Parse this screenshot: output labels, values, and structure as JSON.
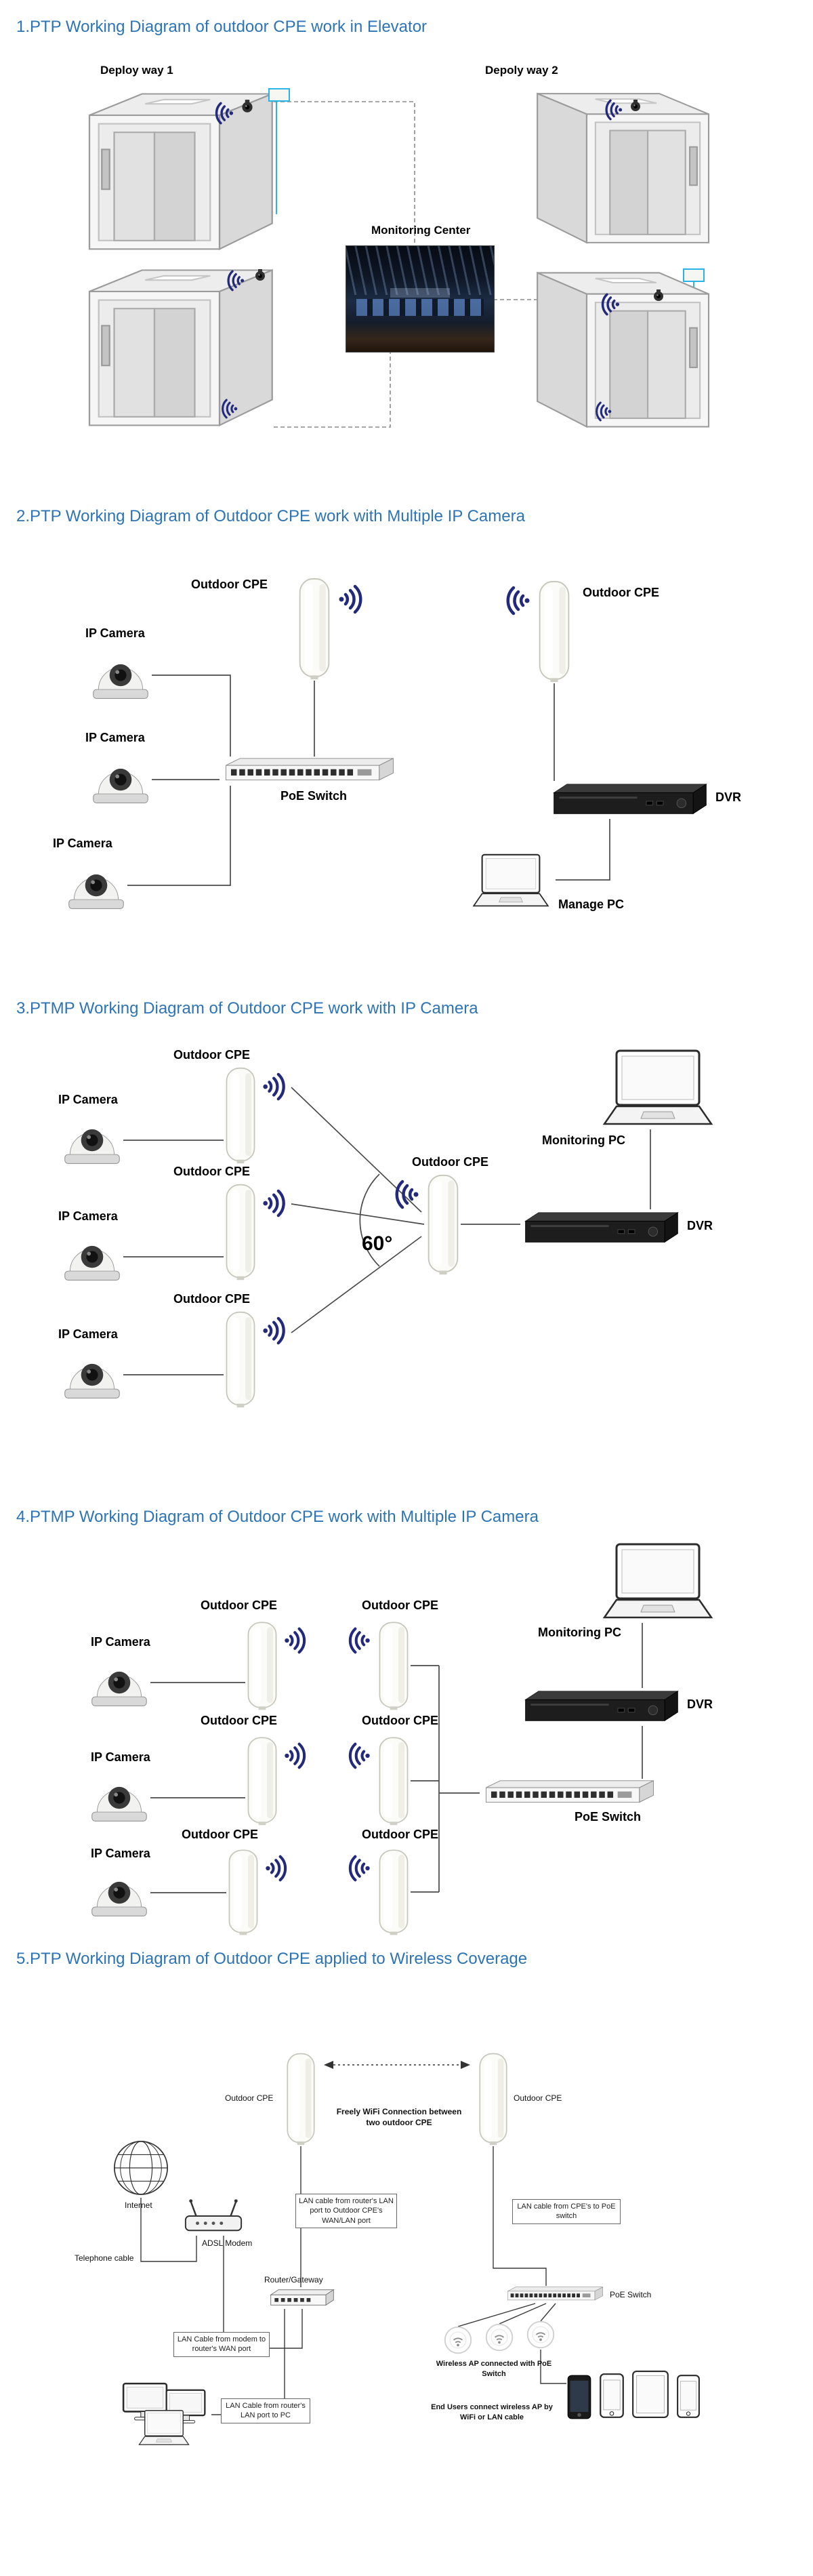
{
  "colors": {
    "title_blue": "#2e74b5",
    "wifi_navy": "#232a7c",
    "accent_cyan": "#2ab3e6",
    "connector_gray": "#4a4a4a"
  },
  "labels": {
    "outdoor_cpe": "Outdoor CPE",
    "ip_camera": "IP Camera",
    "poe_switch": "PoE Switch",
    "dvr": "DVR",
    "manage_pc": "Manage PC",
    "monitoring_pc": "Monitoring PC"
  },
  "s1": {
    "title": "1.PTP Working Diagram of outdoor CPE work in Elevator",
    "deploy_way_1": "Deploy way 1",
    "deploy_way_2": "Depoly way 2",
    "monitoring_center": "Monitoring Center"
  },
  "s2": {
    "title": "2.PTP Working Diagram of Outdoor CPE work with Multiple IP Camera"
  },
  "s3": {
    "title": "3.PTMP Working Diagram of Outdoor CPE work with IP Camera",
    "angle": "60°"
  },
  "s4": {
    "title": "4.PTMP Working Diagram of Outdoor CPE work with Multiple IP Camera"
  },
  "s5": {
    "title": "5.PTP Working Diagram of Outdoor CPE applied to Wireless Coverage",
    "freely_wifi": "Freely WiFi Connection between two outdoor CPE",
    "internet": "Internet",
    "adsl_modem": "ADSL Modem",
    "telephone_cable": "Telephone cable",
    "router_gateway": "Router/Gateway",
    "lan_router_to_cpe": "LAN cable from router's LAN port to Outdoor CPE's WAN/LAN port",
    "lan_cpe_to_poe": "LAN cable from CPE's to PoE switch",
    "lan_modem_to_router": "LAN Cable from modem to router's WAN port",
    "lan_router_to_pc": "LAN Cable from router's LAN port to PC",
    "wireless_ap": "Wireless AP connected with PoE Switch",
    "end_users": "End Users connect wireless AP by WiFi or LAN cable"
  }
}
